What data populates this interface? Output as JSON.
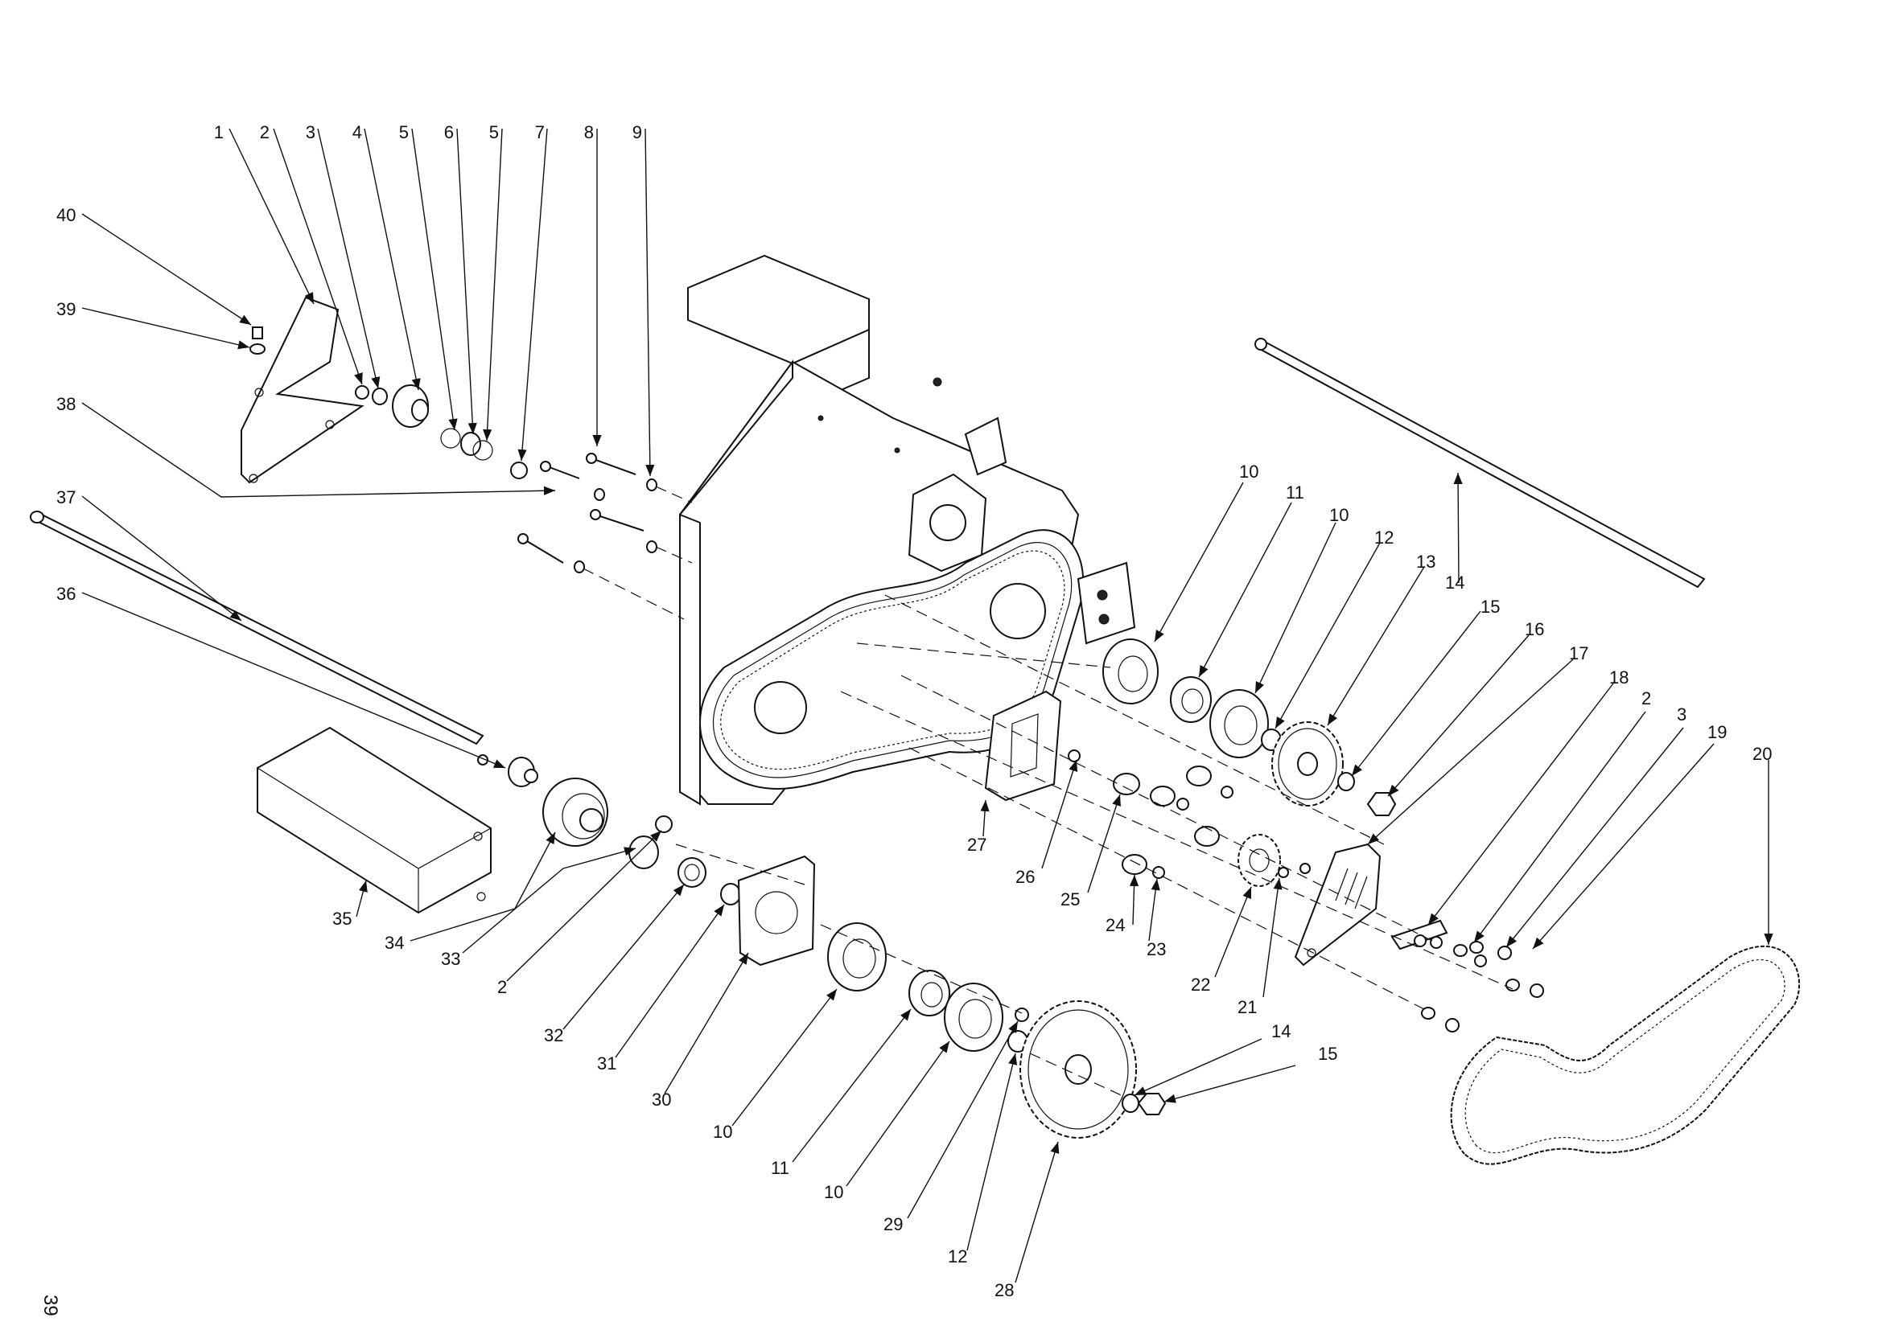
{
  "page_number": "39",
  "callouts": [
    "1",
    "2",
    "3",
    "4",
    "5",
    "6",
    "5",
    "7",
    "8",
    "9",
    "40",
    "39",
    "38",
    "37",
    "36",
    "35",
    "34",
    "33",
    "2",
    "32",
    "31",
    "30",
    "10",
    "11",
    "10",
    "29",
    "12",
    "28",
    "14",
    "15",
    "27",
    "26",
    "25",
    "24",
    "23",
    "22",
    "21",
    "10",
    "11",
    "10",
    "12",
    "13",
    "14",
    "15",
    "16",
    "17",
    "18",
    "2",
    "3",
    "19",
    "20"
  ],
  "colors": {
    "ink": "#111111",
    "background": "#ffffff"
  }
}
